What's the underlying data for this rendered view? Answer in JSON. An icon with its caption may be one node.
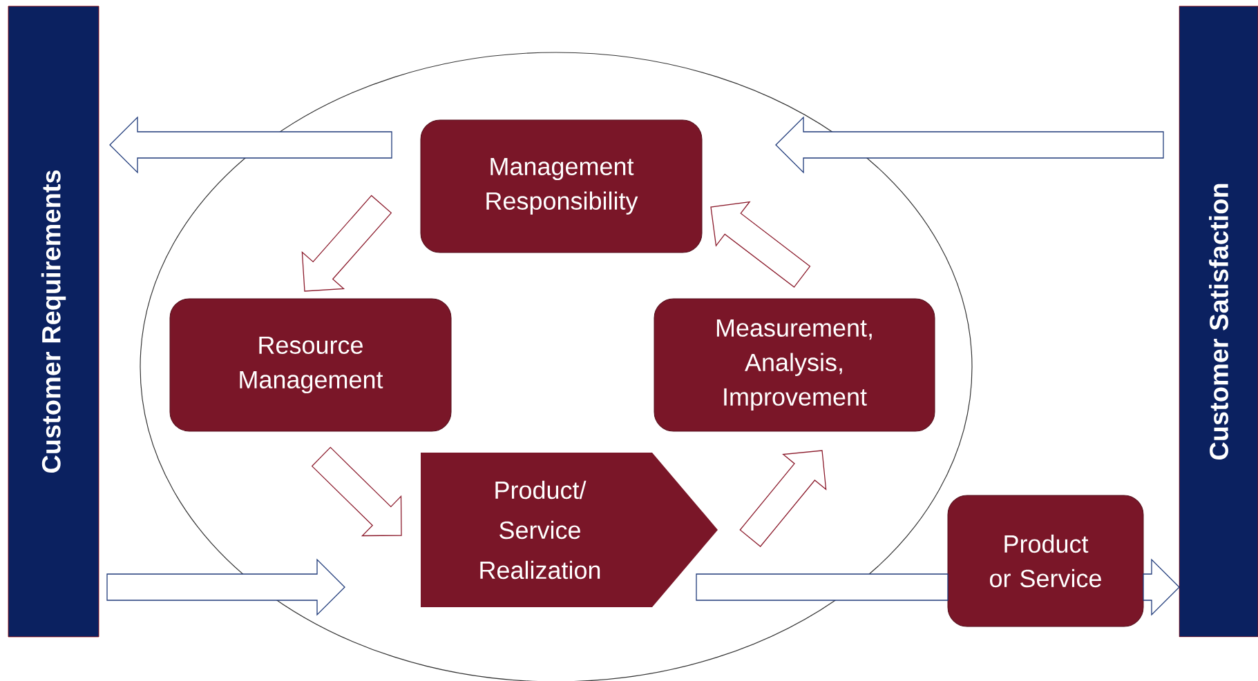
{
  "diagram": {
    "nodes": [
      {
        "text": [
          "Customer Requirements"
        ]
      },
      {
        "text": [
          "Customer Satisfaction"
        ]
      },
      {
        "text": [
          "Management Responsibility"
        ]
      },
      {
        "text": [
          "Resource Management"
        ]
      },
      {
        "text": [
          "Measurement, Analysis, Improvement"
        ]
      },
      {
        "text": [
          "Product/ Service Realization"
        ]
      },
      {
        "text": [
          "Product or Service"
        ]
      }
    ],
    "edges": [
      {
        "from": 1,
        "to": 2,
        "arrow": "to"
      },
      {
        "from": 2,
        "to": 0,
        "arrow": "to"
      },
      {
        "from": 0,
        "to": 5,
        "arrow": "to"
      },
      {
        "from": 2,
        "to": 3,
        "arrow": "to",
        "color": "#8b1a2b"
      },
      {
        "from": 3,
        "to": 5,
        "arrow": "to",
        "color": "#8b1a2b"
      },
      {
        "from": 5,
        "to": 4,
        "arrow": "to",
        "color": "#8b1a2b"
      },
      {
        "from": 4,
        "to": 2,
        "arrow": "to",
        "color": "#8b1a2b"
      },
      {
        "from": 5,
        "to": 6,
        "arrow": "none"
      },
      {
        "from": 6,
        "to": 1,
        "arrow": "to"
      }
    ]
  }
}
